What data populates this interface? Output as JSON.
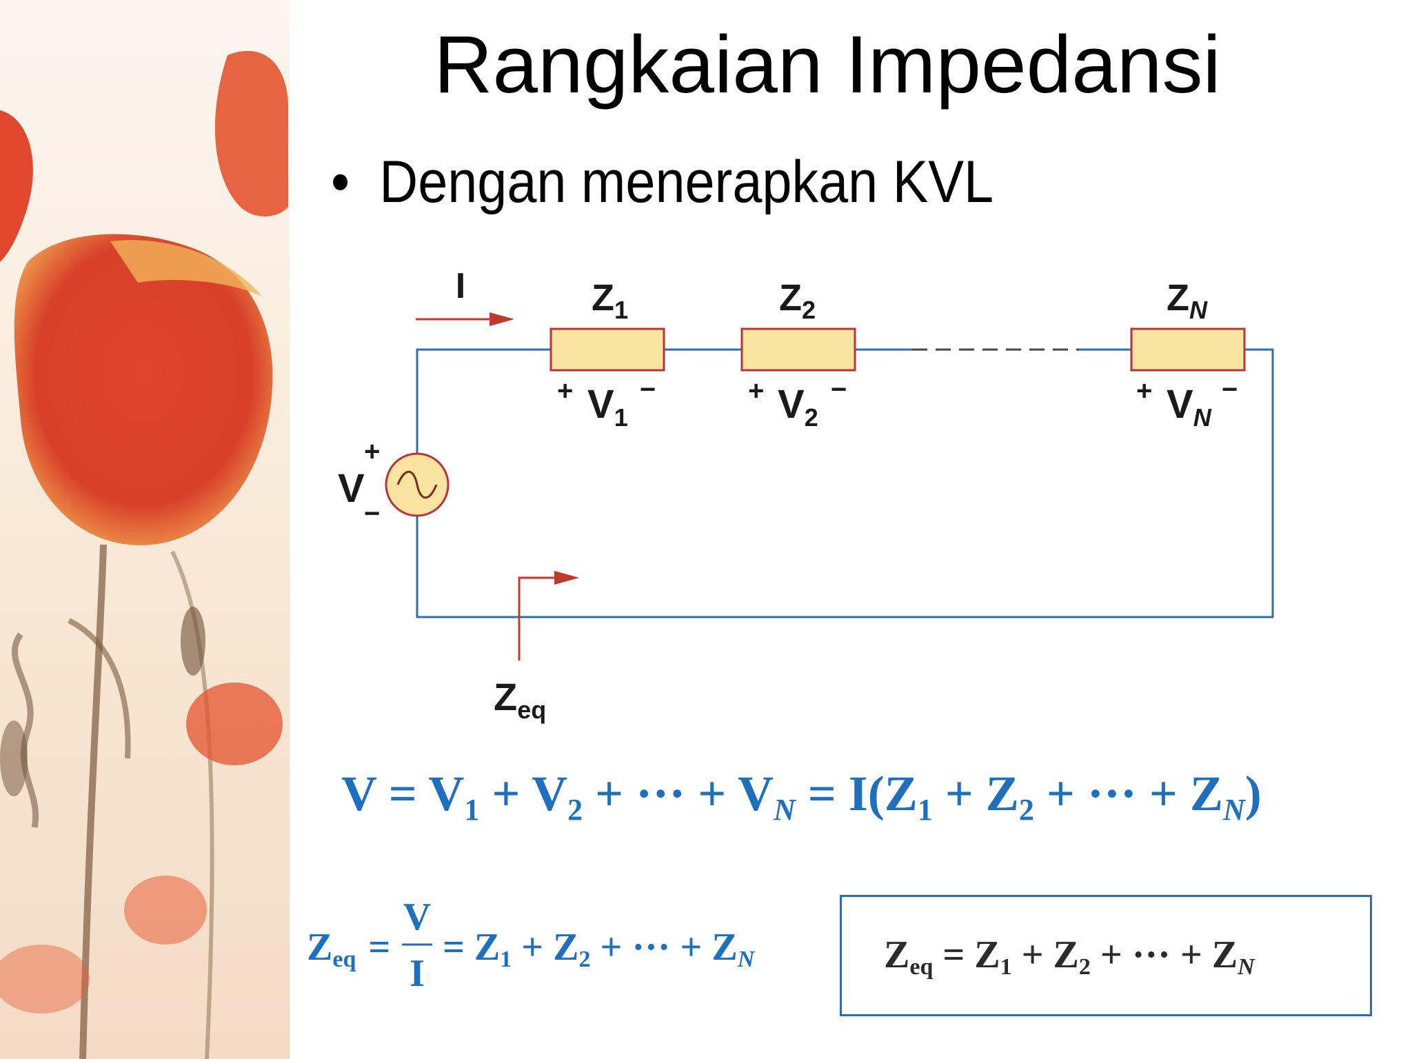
{
  "slide": {
    "title": "Rangkaian Impedansi",
    "bullet_marker": "•",
    "bullet_text": "Dengan menerapkan KVL"
  },
  "circuit": {
    "current_label": "I",
    "impedances": [
      {
        "symbol": "Z",
        "subscript": "1",
        "voltage_symbol": "V",
        "voltage_subscript": "1"
      },
      {
        "symbol": "Z",
        "subscript": "2",
        "voltage_symbol": "V",
        "voltage_subscript": "2"
      },
      {
        "symbol": "Z",
        "subscript": "N",
        "voltage_symbol": "V",
        "voltage_subscript": "N"
      }
    ],
    "plus_sign": "+",
    "minus_sign": "−",
    "source_label": "V",
    "zeq_symbol": "Z",
    "zeq_subscript": "eq"
  },
  "equations": {
    "kvl": {
      "part1": "V = V",
      "s1": "1",
      "part2": " + V",
      "s2": "2",
      "part3": " + ··· + V",
      "sN": "N",
      "part4": " = I(Z",
      "s4": "1",
      "part5": " + Z",
      "s5": "2",
      "part6": " + ··· + Z",
      "s6": "N",
      "part7": ")"
    },
    "zeq_fraction": {
      "lhs": "Z",
      "lhs_sub": "eq",
      "equals": "=",
      "numerator": "V",
      "denominator": "I",
      "rhs1": "= Z",
      "r1": "1",
      "rhs2": " + Z",
      "r2": "2",
      "rhs3": " + ··· + Z",
      "r3": "N"
    },
    "boxed": {
      "lhs": "Z",
      "lhs_sub": "eq",
      "rhs1": " = Z",
      "r1": "1",
      "rhs2": " + Z",
      "r2": "2",
      "rhs3": " + ··· + Z",
      "r3": "N"
    }
  },
  "colors": {
    "wire": "#2f6fa8",
    "resistor_fill": "#fbe3a0",
    "resistor_stroke": "#b8333a",
    "arrow": "#c0392b",
    "equation_blue": "#1f6fbf",
    "boxed_text": "#2b2b2b"
  }
}
